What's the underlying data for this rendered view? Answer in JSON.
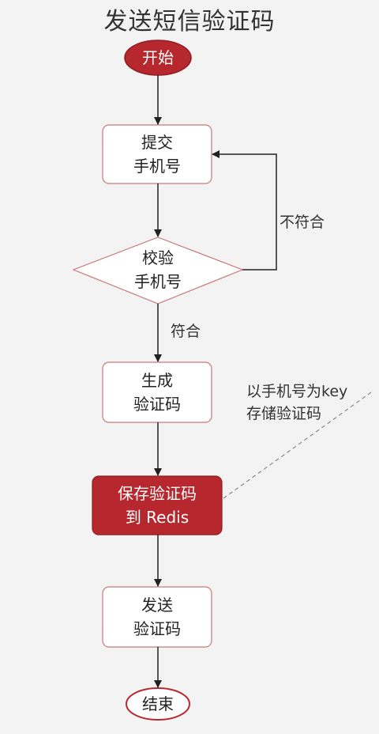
{
  "title": "发送短信验证码",
  "nodes": {
    "start": "开始",
    "submit_line1": "提交",
    "submit_line2": "手机号",
    "verify_line1": "校验",
    "verify_line2": "手机号",
    "generate_line1": "生成",
    "generate_line2": "验证码",
    "save_line1": "保存验证码",
    "save_line2": "到 Redis",
    "send_line1": "发送",
    "send_line2": "验证码",
    "end": "结束"
  },
  "edges": {
    "no_match": "不符合",
    "match": "符合"
  },
  "annotation": {
    "line1": "以手机号为key",
    "line2": "存储验证码"
  },
  "colors": {
    "accent": "#b7282e",
    "node_border": "#c9787a",
    "line": "#222222"
  }
}
